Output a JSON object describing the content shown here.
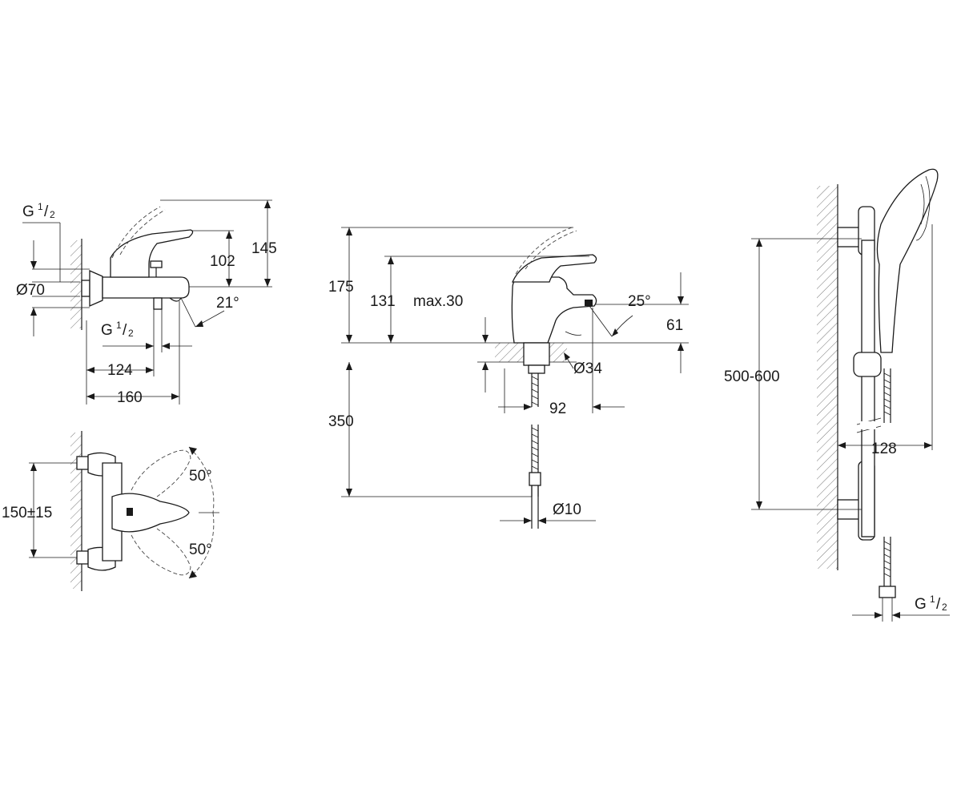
{
  "bath_mixer_side": {
    "inlet_thread": {
      "G": "G",
      "frac_num": "1",
      "frac_sep": "/",
      "frac_den": "2"
    },
    "dim_diameter": "Ø70",
    "dim_height_spout": "102",
    "dim_height_total": "145",
    "dim_angle": "21°",
    "outlet_thread": {
      "G": "G",
      "frac_num": "1",
      "frac_sep": "/",
      "frac_den": "2"
    },
    "dim_depth_spout": "124",
    "dim_depth_total": "160"
  },
  "bath_mixer_front": {
    "dim_centres": "150±15",
    "dim_angle_up": "50°",
    "dim_angle_down": "50°"
  },
  "basin_mixer": {
    "dim_height_total": "175",
    "dim_height_spout": "131",
    "dim_deck_thickness": "max.30",
    "dim_angle": "25°",
    "dim_spout_height": "61",
    "dim_hole": "Ø34",
    "dim_projection": "92",
    "dim_hose_length": "350",
    "dim_hose_diameter": "Ø10"
  },
  "shower_rail": {
    "dim_rail_centres": "500-600",
    "dim_projection": "128",
    "hose_thread": {
      "G": "G",
      "frac_num": "1",
      "frac_sep": "/",
      "frac_den": "2"
    }
  }
}
